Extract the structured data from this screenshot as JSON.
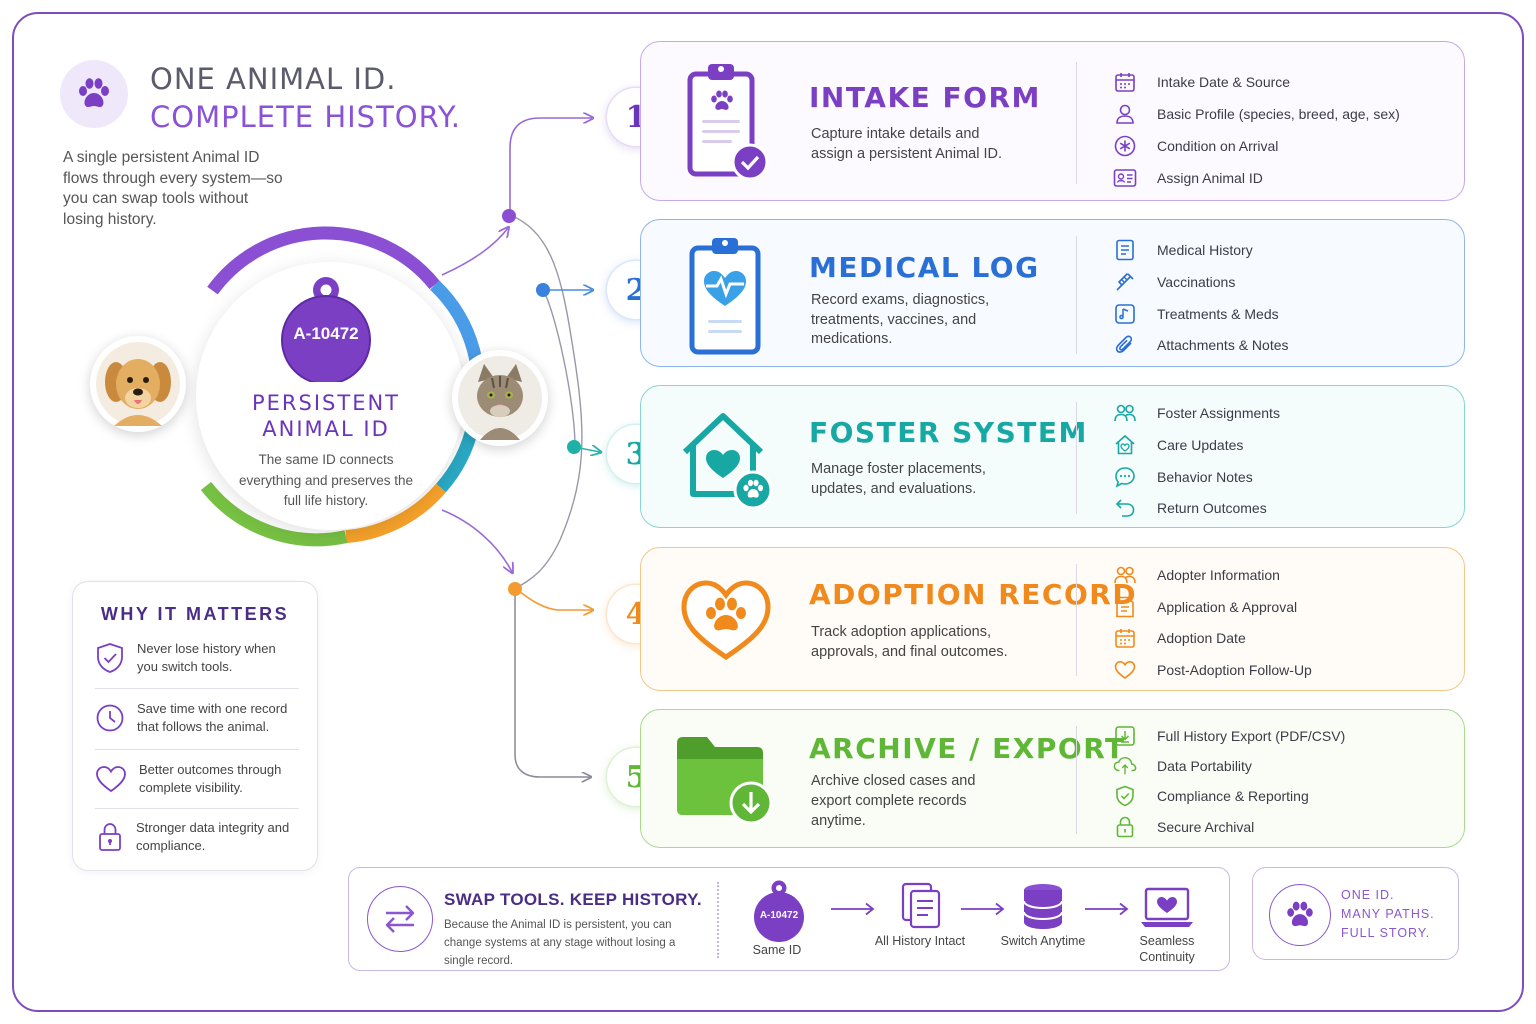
{
  "header": {
    "title_line1": "ONE ANIMAL ID.",
    "title_line2": "COMPLETE HISTORY.",
    "description": "A single persistent Animal ID flows through every system—so you can swap tools without losing history."
  },
  "center": {
    "tag_id": "A-10472",
    "title_line1": "PERSISTENT",
    "title_line2": "ANIMAL ID",
    "description": "The same ID connects everything and preserves the full life history."
  },
  "why": {
    "title": "WHY IT MATTERS",
    "items": [
      {
        "icon": "shield-check-icon",
        "text": "Never lose history when you switch tools."
      },
      {
        "icon": "clock-icon",
        "text": "Save time with one record that follows the animal."
      },
      {
        "icon": "heart-icon",
        "text": "Better outcomes through complete visibility."
      },
      {
        "icon": "lock-icon",
        "text": "Stronger data integrity and compliance."
      }
    ]
  },
  "steps": [
    {
      "number": "1",
      "title": "INTAKE FORM",
      "color": "#7b3fc4",
      "description": "Capture intake details and assign a persistent Animal ID.",
      "features": [
        "Intake Date & Source",
        "Basic Profile (species, breed, age, sex)",
        "Condition on Arrival",
        "Assign Animal ID"
      ]
    },
    {
      "number": "2",
      "title": "MEDICAL LOG",
      "color": "#2a6fd6",
      "description": "Record exams, diagnostics, treatments, vaccines, and medications.",
      "features": [
        "Medical History",
        "Vaccinations",
        "Treatments & Meds",
        "Attachments & Notes"
      ]
    },
    {
      "number": "3",
      "title": "FOSTER SYSTEM",
      "color": "#17a8a4",
      "description": "Manage foster placements, updates, and evaluations.",
      "features": [
        "Foster Assignments",
        "Care Updates",
        "Behavior Notes",
        "Return Outcomes"
      ]
    },
    {
      "number": "4",
      "title": "ADOPTION RECORD",
      "color": "#f08a1c",
      "description": "Track adoption applications, approvals, and final outcomes.",
      "features": [
        "Adopter Information",
        "Application & Approval",
        "Adoption Date",
        "Post-Adoption Follow-Up"
      ]
    },
    {
      "number": "5",
      "title": "ARCHIVE / EXPORT",
      "color": "#5fb637",
      "description": "Archive closed cases and export complete records anytime.",
      "features": [
        "Full History Export (PDF/CSV)",
        "Data Portability",
        "Compliance & Reporting",
        "Secure Archival"
      ]
    }
  ],
  "swap": {
    "title": "SWAP TOOLS. KEEP HISTORY.",
    "description": "Because the Animal ID is persistent, you can change systems at any stage without losing a single record.",
    "tag_id": "A-10472",
    "flow": [
      "Same ID",
      "All History Intact",
      "Switch Anytime",
      "Seamless Continuity"
    ]
  },
  "tagline": {
    "line1": "ONE ID.",
    "line2": "MANY PATHS.",
    "line3": "FULL STORY."
  },
  "colors": {
    "purple": "#7b3fc4",
    "blue": "#2a6fd6",
    "teal": "#17a8a4",
    "orange": "#f08a1c",
    "green": "#5fb637"
  }
}
